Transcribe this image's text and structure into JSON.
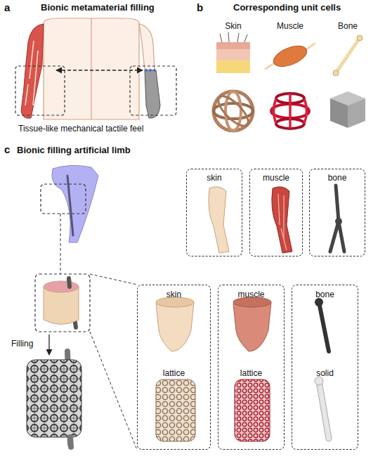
{
  "diagram": {
    "nodes": [
      {
        "text": [
          "skin"
        ]
      },
      {
        "text": [
          "muscle"
        ]
      },
      {
        "text": [
          "bone"
        ]
      },
      {
        "text": [
          "skin",
          "lattice"
        ]
      },
      {
        "text": [
          "muscle",
          "lattice"
        ]
      },
      {
        "text": [
          "bone",
          "solid"
        ]
      }
    ],
    "labels": [
      "a",
      "Bionic metamaterial filling",
      "Tissue-like mechanical tactile feel",
      "b",
      "Corresponding unit cells",
      "Skin",
      "Muscle",
      "Bone",
      "c",
      "Bionic filling artificial limb",
      "Filling"
    ]
  }
}
